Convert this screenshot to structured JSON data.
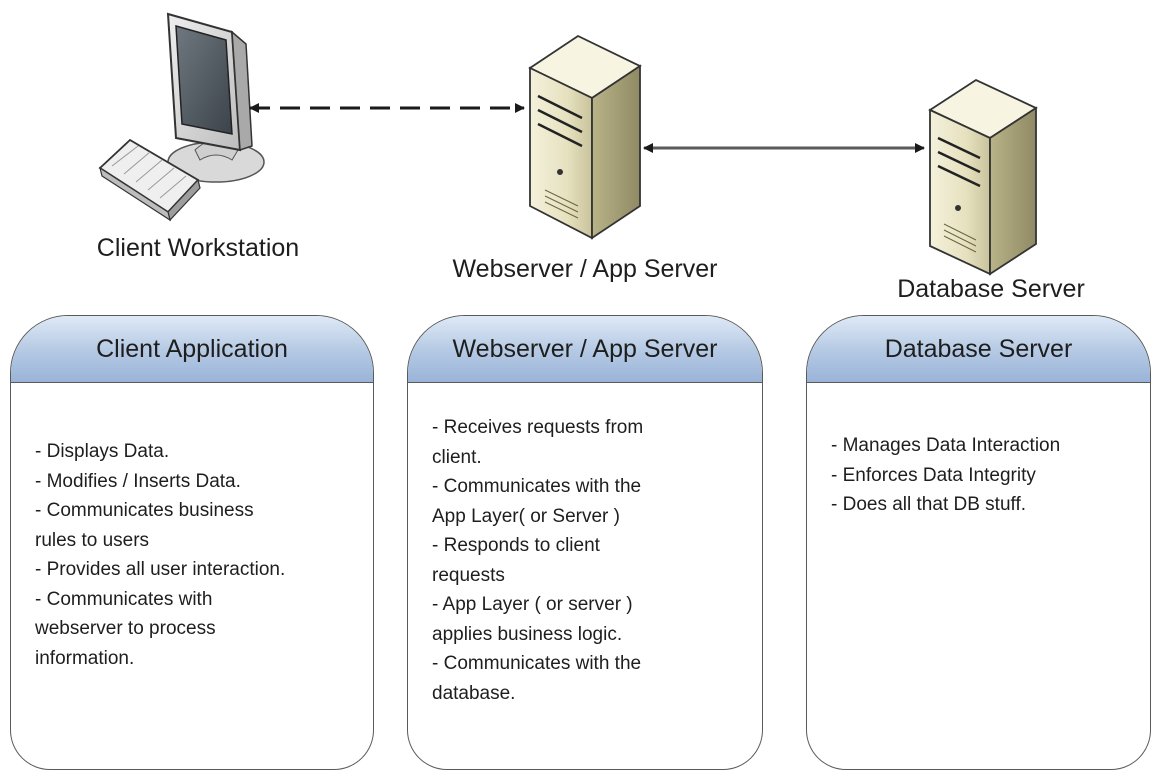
{
  "nodes": {
    "client": {
      "label": "Client Workstation"
    },
    "webserver": {
      "label": "Webserver / App Server"
    },
    "database": {
      "label": "Database Server"
    }
  },
  "panels": [
    {
      "title": "Client Application",
      "lines": [
        "- Displays Data.",
        "- Modifies / Inserts Data.",
        "- Communicates business",
        "rules to users",
        "- Provides all user interaction.",
        "- Communicates with",
        "webserver to process",
        "information."
      ]
    },
    {
      "title": "Webserver / App Server",
      "lines": [
        "- Receives requests from",
        "client.",
        "- Communicates with the",
        "App Layer( or Server )",
        "- Responds to client",
        "requests",
        "- App Layer ( or server )",
        "applies business logic.",
        "- Communicates with the",
        "database."
      ]
    },
    {
      "title": "Database Server",
      "lines": [
        "- Manages Data Interaction",
        "- Enforces Data Integrity",
        "- Does all that DB stuff."
      ]
    }
  ],
  "connections": [
    {
      "from": "client",
      "to": "webserver",
      "style": "dashed",
      "arrows": "both"
    },
    {
      "from": "webserver",
      "to": "database",
      "style": "solid",
      "arrows": "both"
    }
  ],
  "colors": {
    "header_top": "#dfe9f6",
    "header_bottom": "#9ab4d8",
    "border": "#5a5a5a",
    "text": "#1e1e1e"
  }
}
